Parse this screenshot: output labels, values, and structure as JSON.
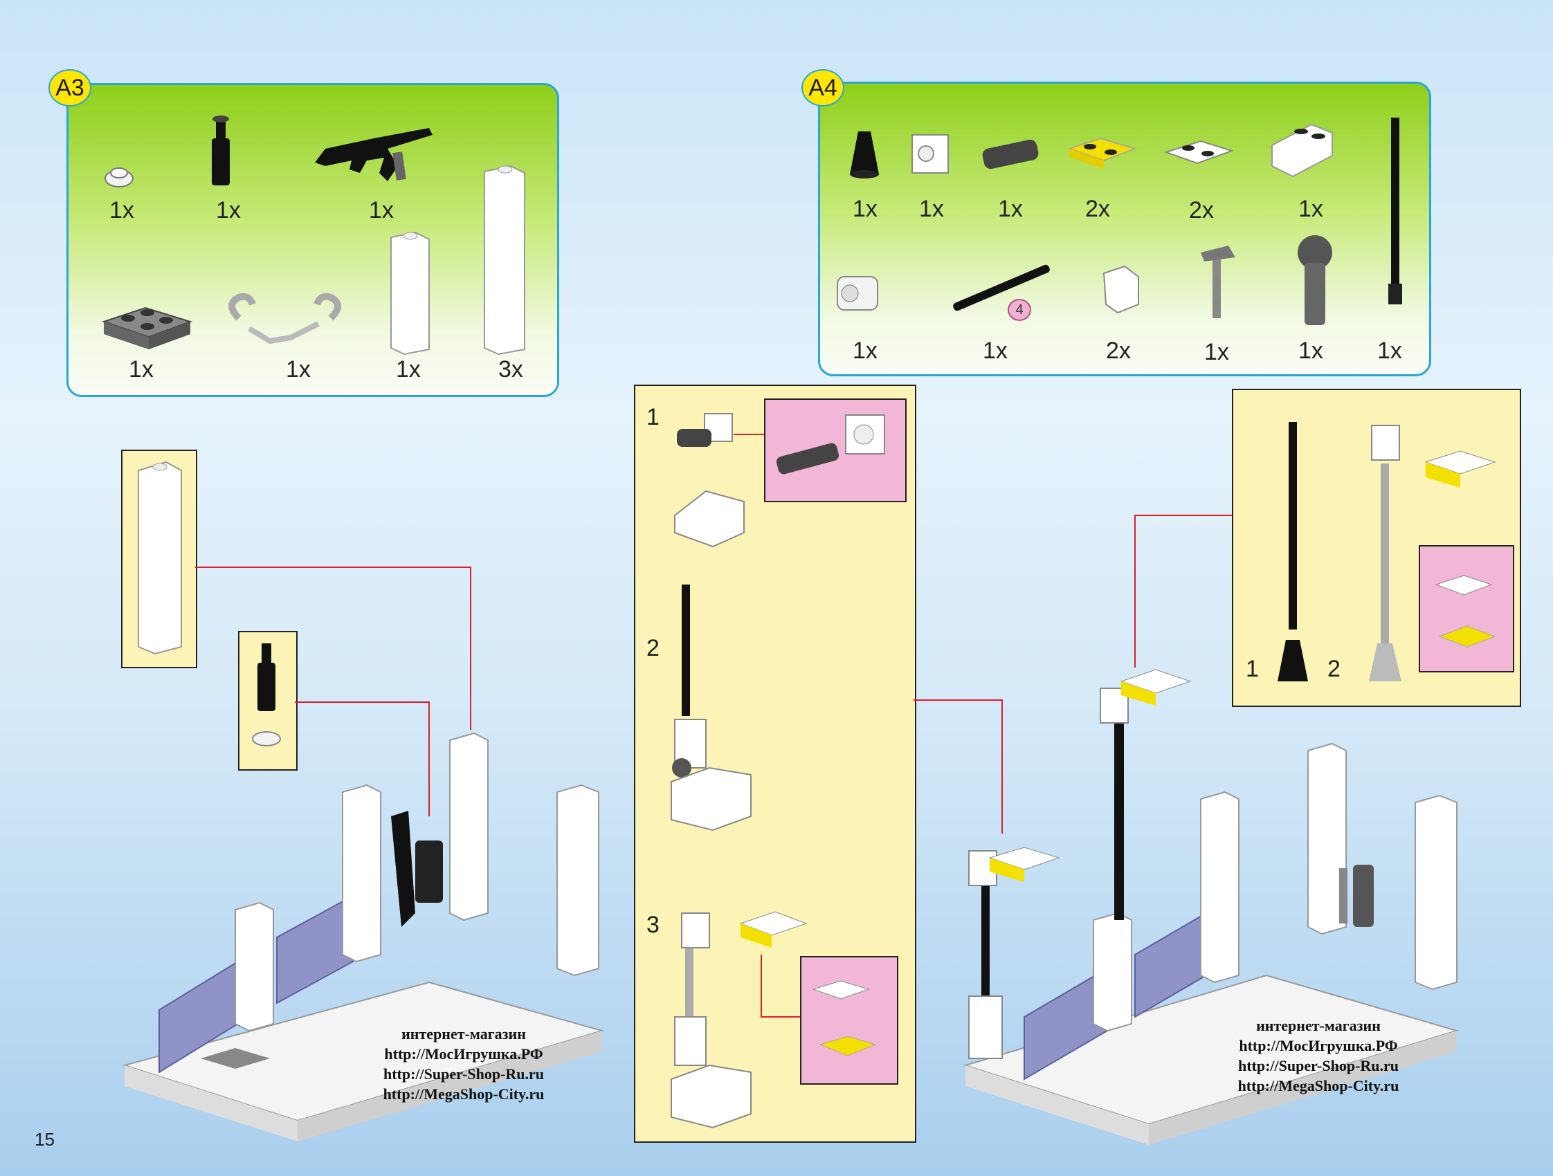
{
  "page": {
    "number": "15"
  },
  "panel_a3": {
    "label": "A3",
    "quantities": [
      "1x",
      "1x",
      "1x",
      "1x",
      "1x",
      "1x",
      "3x"
    ]
  },
  "panel_a4": {
    "label": "A4",
    "quantities_row1": [
      "1x",
      "1x",
      "1x",
      "2x",
      "2x",
      "1x"
    ],
    "quantities_row2": [
      "1x",
      "1x",
      "2x",
      "1x",
      "1x",
      "1x"
    ],
    "piece_marker": "4"
  },
  "steps": {
    "center": [
      "1",
      "2",
      "3"
    ],
    "right": [
      "1",
      "2"
    ]
  },
  "watermark_left": {
    "line1": "интернет-магазин",
    "line2": "http://МосИгрушка.РФ",
    "line3": "http://Super-Shop-Ru.ru",
    "line4": "http://MegaShop-City.ru"
  },
  "watermark_right": {
    "line1": "интернет-магазин",
    "line2": "http://МосИгрушка.РФ",
    "line3": "http://Super-Shop-Ru.ru",
    "line4": "http://MegaShop-City.ru"
  },
  "colors": {
    "arrow": "#d8202a",
    "panel_border": "#2aa6d8",
    "badge": "#ffe600",
    "callout": "#fbf4b6",
    "subcallout": "#f2b6d6"
  }
}
